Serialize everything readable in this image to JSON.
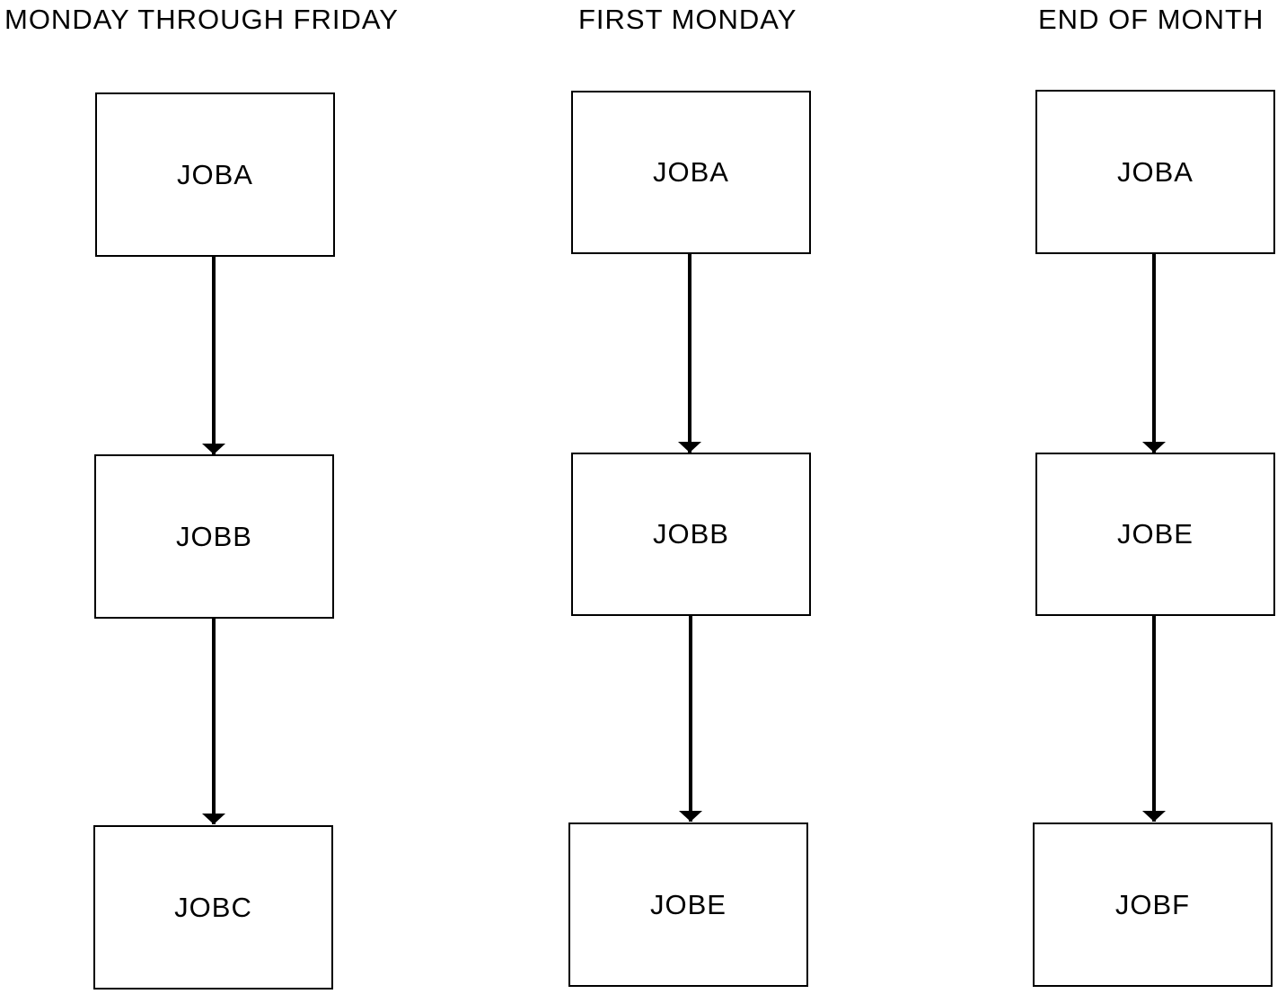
{
  "columns": [
    {
      "title": "MONDAY THROUGH FRIDAY",
      "jobs": [
        "JOBA",
        "JOBB",
        "JOBC"
      ]
    },
    {
      "title": "FIRST MONDAY",
      "jobs": [
        "JOBA",
        "JOBB",
        "JOBE"
      ]
    },
    {
      "title": "END OF MONTH",
      "jobs": [
        "JOBA",
        "JOBE",
        "JOBF"
      ]
    }
  ]
}
